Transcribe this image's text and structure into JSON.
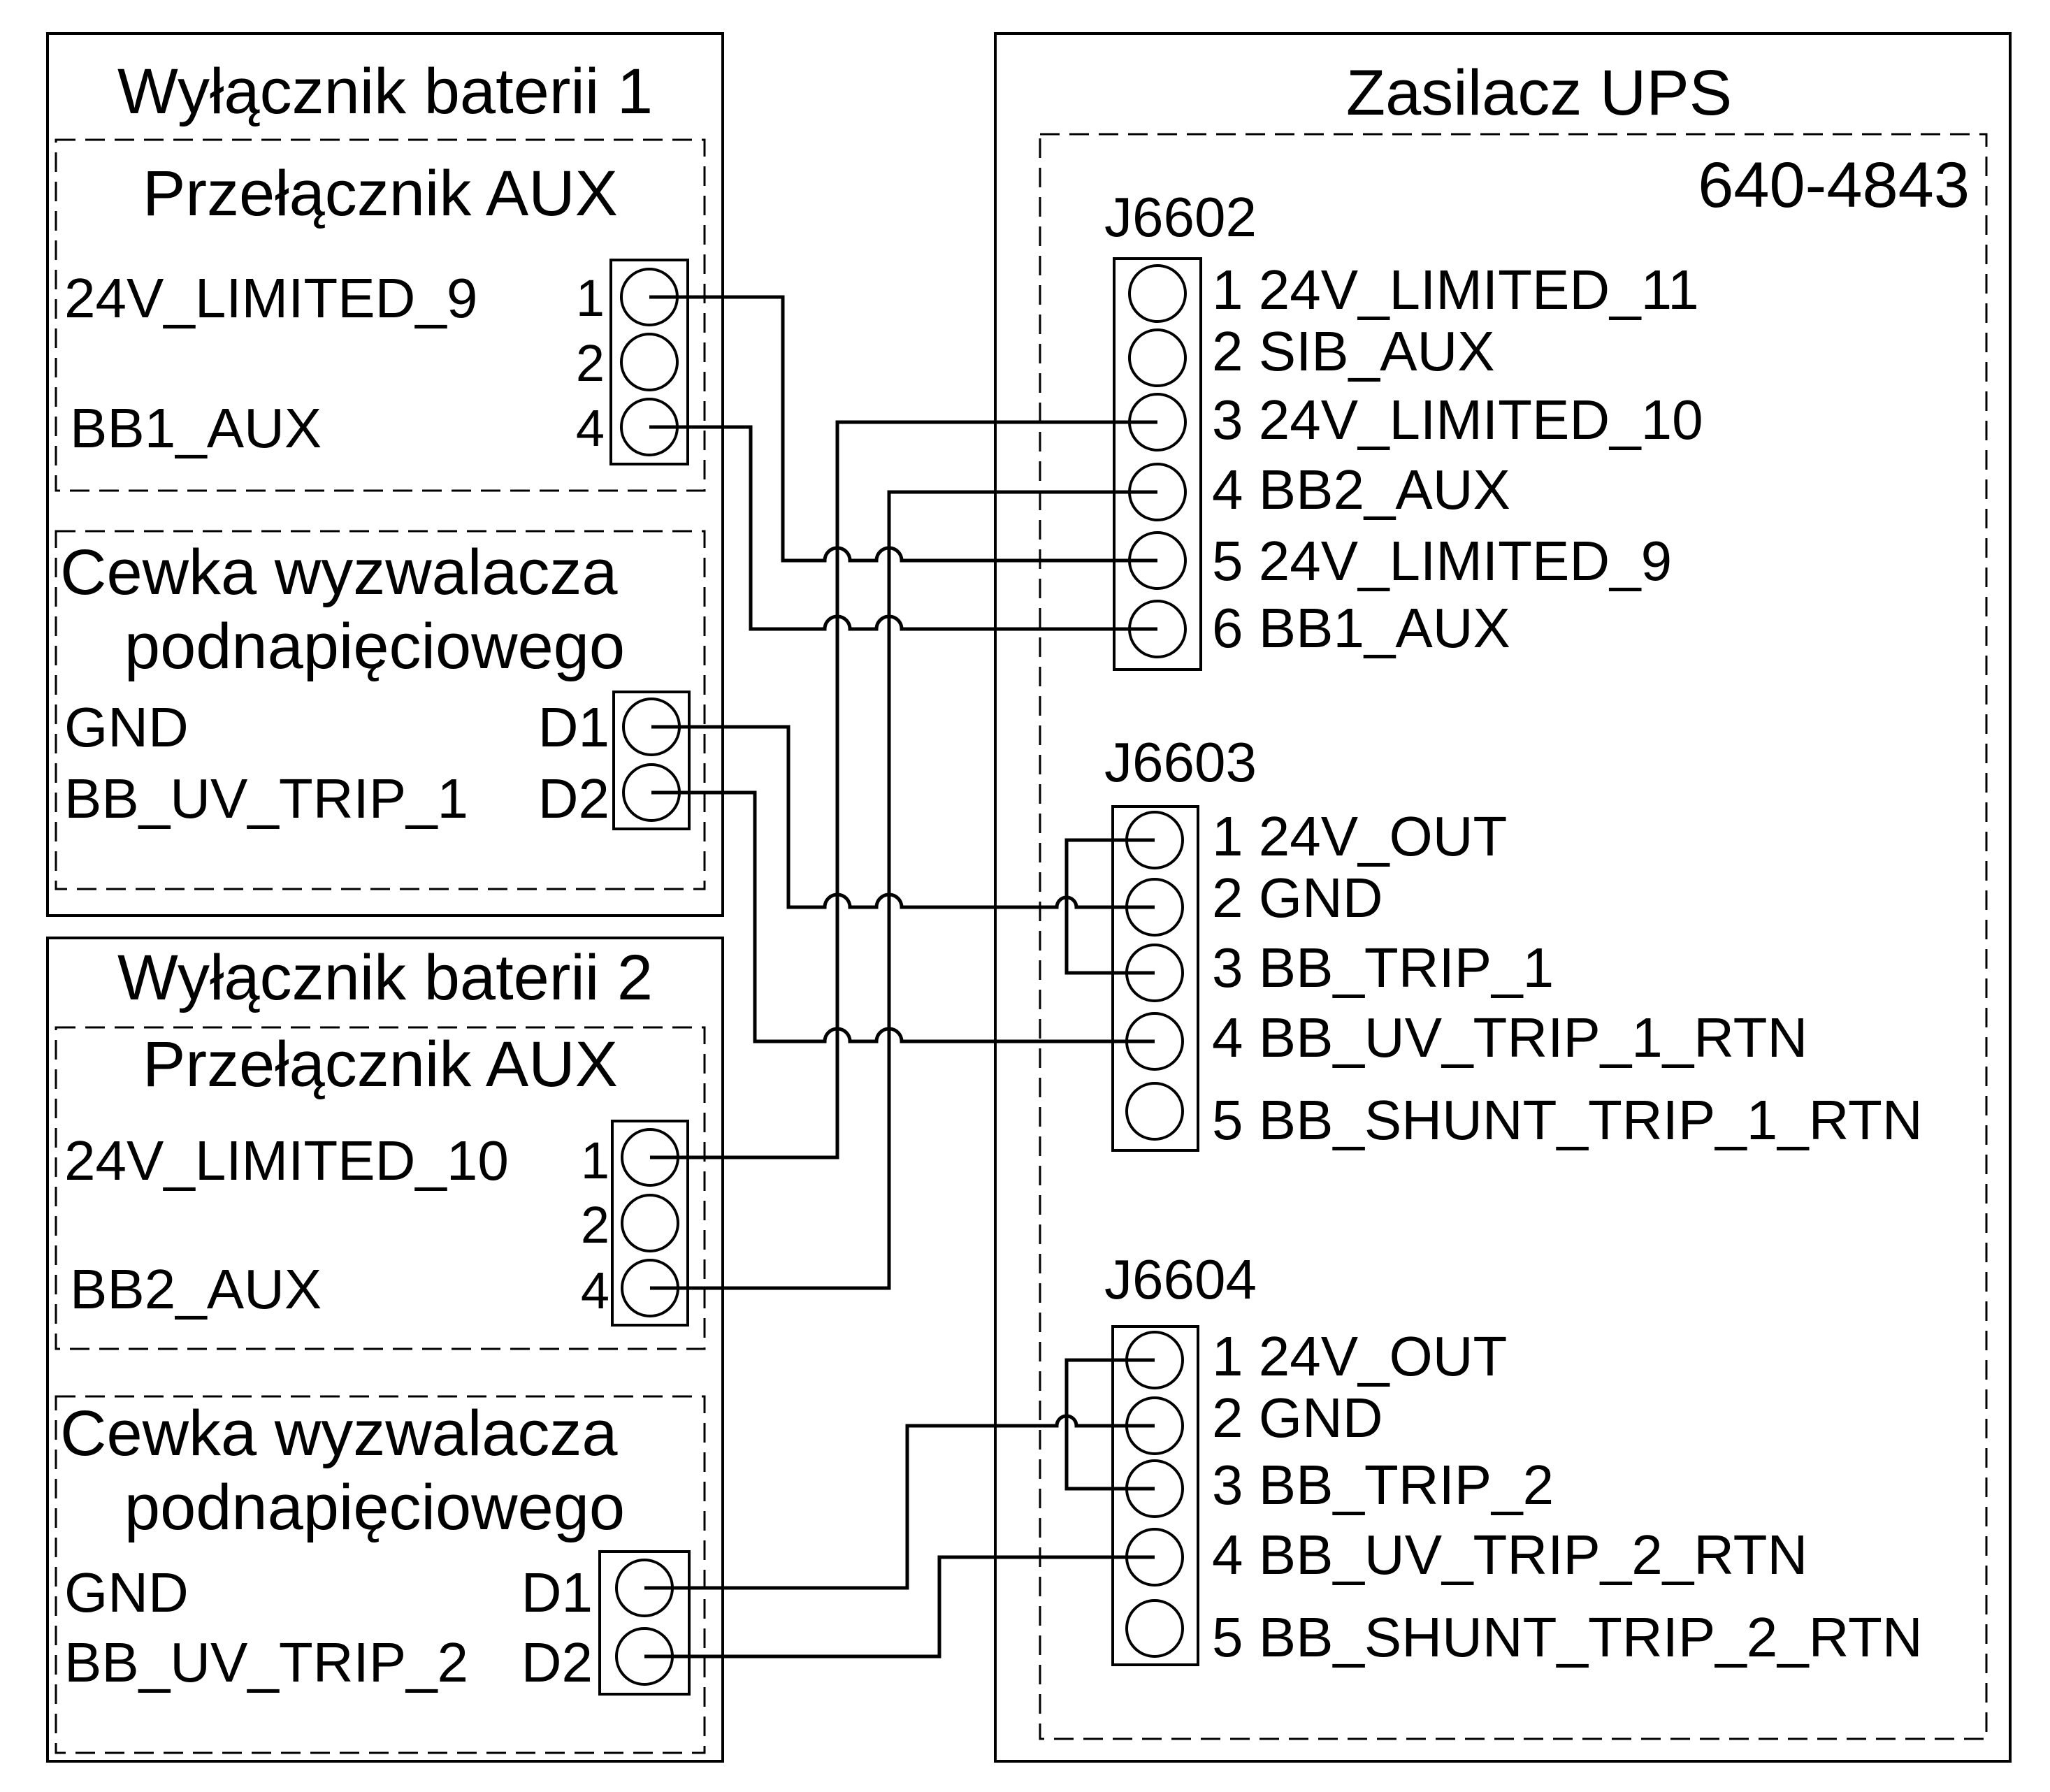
{
  "breaker1": {
    "title": "Wyłącznik baterii 1",
    "aux": {
      "title": "Przełącznik AUX",
      "left_labels": [
        "24V_LIMITED_9",
        "BB1_AUX"
      ],
      "pin_labels": [
        "1",
        "2",
        "4"
      ]
    },
    "coil": {
      "title_line1": "Cewka wyzwalacza",
      "title_line2": "podnapięciowego",
      "left_labels": [
        "GND",
        "BB_UV_TRIP_1"
      ],
      "pin_labels": [
        "D1",
        "D2"
      ]
    }
  },
  "breaker2": {
    "title": "Wyłącznik baterii 2",
    "aux": {
      "title": "Przełącznik AUX",
      "left_labels": [
        "24V_LIMITED_10",
        "BB2_AUX"
      ],
      "pin_labels": [
        "1",
        "2",
        "4"
      ]
    },
    "coil": {
      "title_line1": "Cewka wyzwalacza",
      "title_line2": "podnapięciowego",
      "left_labels": [
        "GND",
        "BB_UV_TRIP_2"
      ],
      "pin_labels": [
        "D1",
        "D2"
      ]
    }
  },
  "ups": {
    "title": "Zasilacz UPS",
    "board": "640-4843",
    "j6602": {
      "name": "J6602",
      "pins": [
        "1 24V_LIMITED_11",
        "2 SIB_AUX",
        "3 24V_LIMITED_10",
        "4 BB2_AUX",
        "5 24V_LIMITED_9",
        "6 BB1_AUX"
      ]
    },
    "j6603": {
      "name": "J6603",
      "pins": [
        "1 24V_OUT",
        "2 GND",
        "3 BB_TRIP_1",
        "4 BB_UV_TRIP_1_RTN",
        "5 BB_SHUNT_TRIP_1_RTN"
      ]
    },
    "j6604": {
      "name": "J6604",
      "pins": [
        "1 24V_OUT",
        "2 GND",
        "3 BB_TRIP_2",
        "4 BB_UV_TRIP_2_RTN",
        "5 BB_SHUNT_TRIP_2_RTN"
      ]
    }
  }
}
